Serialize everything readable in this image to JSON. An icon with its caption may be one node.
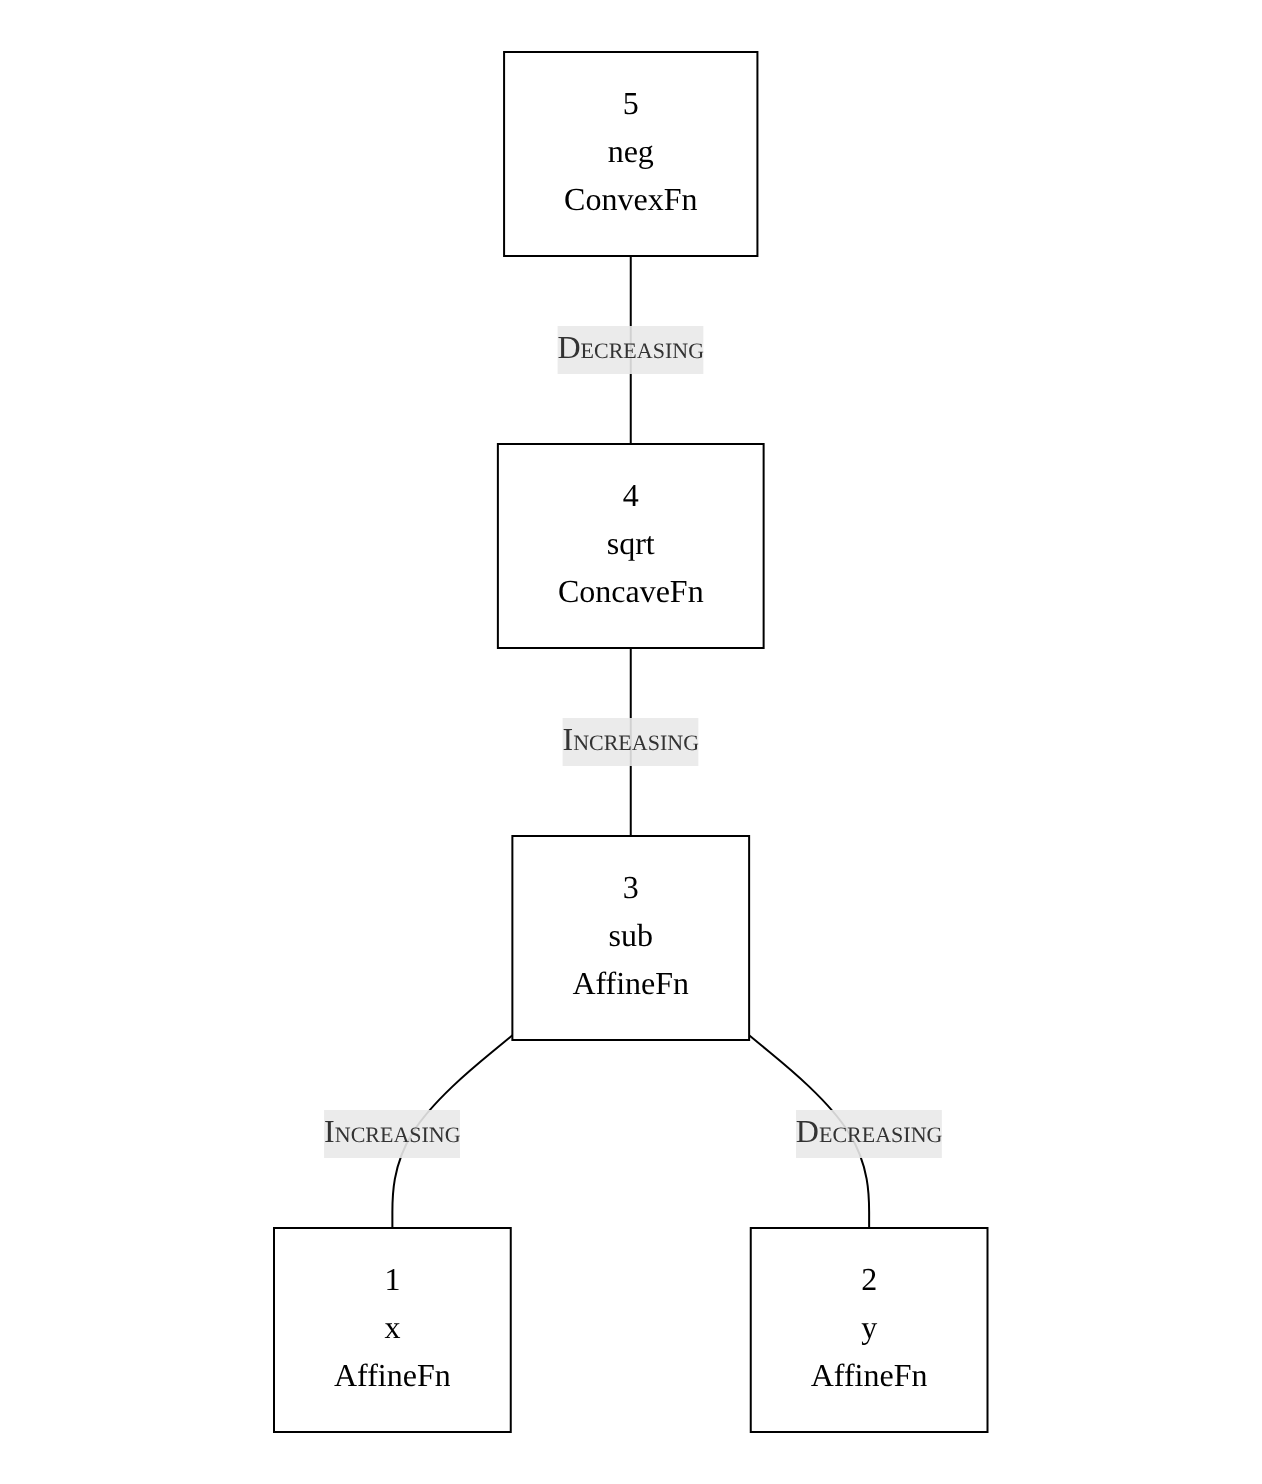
{
  "diagram": {
    "nodes": [
      {
        "text": [
          "5",
          "neg",
          "ConvexFn"
        ]
      },
      {
        "text": [
          "4",
          "sqrt",
          "ConcaveFn"
        ]
      },
      {
        "text": [
          "3",
          "sub",
          "AffineFn"
        ]
      },
      {
        "text": [
          "1",
          "x",
          "AffineFn"
        ]
      },
      {
        "text": [
          "2",
          "y",
          "AffineFn"
        ]
      }
    ],
    "edges": [
      {
        "from": 0,
        "to": 1,
        "arrow": "none",
        "label": "Decreasing"
      },
      {
        "from": 1,
        "to": 2,
        "arrow": "none",
        "label": "Increasing"
      },
      {
        "from": 2,
        "to": 3,
        "arrow": "none",
        "label": "Increasing"
      },
      {
        "from": 2,
        "to": 4,
        "arrow": "none",
        "label": "Decreasing"
      }
    ]
  }
}
